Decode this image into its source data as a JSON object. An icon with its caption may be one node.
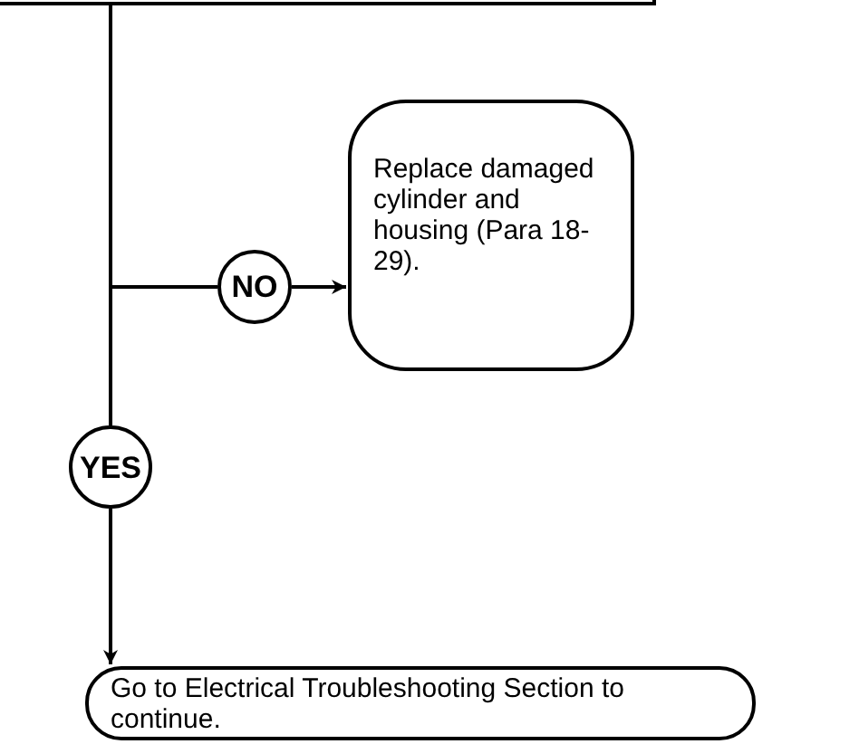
{
  "diagram": {
    "nodes": [
      {
        "text": [],
        "shape": "box"
      },
      {
        "text": [
          "NO"
        ]
      },
      {
        "text": [
          "Replace damaged cylinder and housing (Para 18-29)."
        ]
      },
      {
        "text": [
          "YES"
        ]
      },
      {
        "text": [
          "Go to Electrical Troubleshooting Section to continue."
        ]
      }
    ],
    "edges": [
      {
        "from": 0,
        "to": 1,
        "arrow": "none"
      },
      {
        "from": 1,
        "to": 2,
        "arrow": "to"
      },
      {
        "from": 0,
        "to": 3,
        "arrow": "none"
      },
      {
        "from": 3,
        "to": 4,
        "arrow": "to"
      }
    ]
  }
}
